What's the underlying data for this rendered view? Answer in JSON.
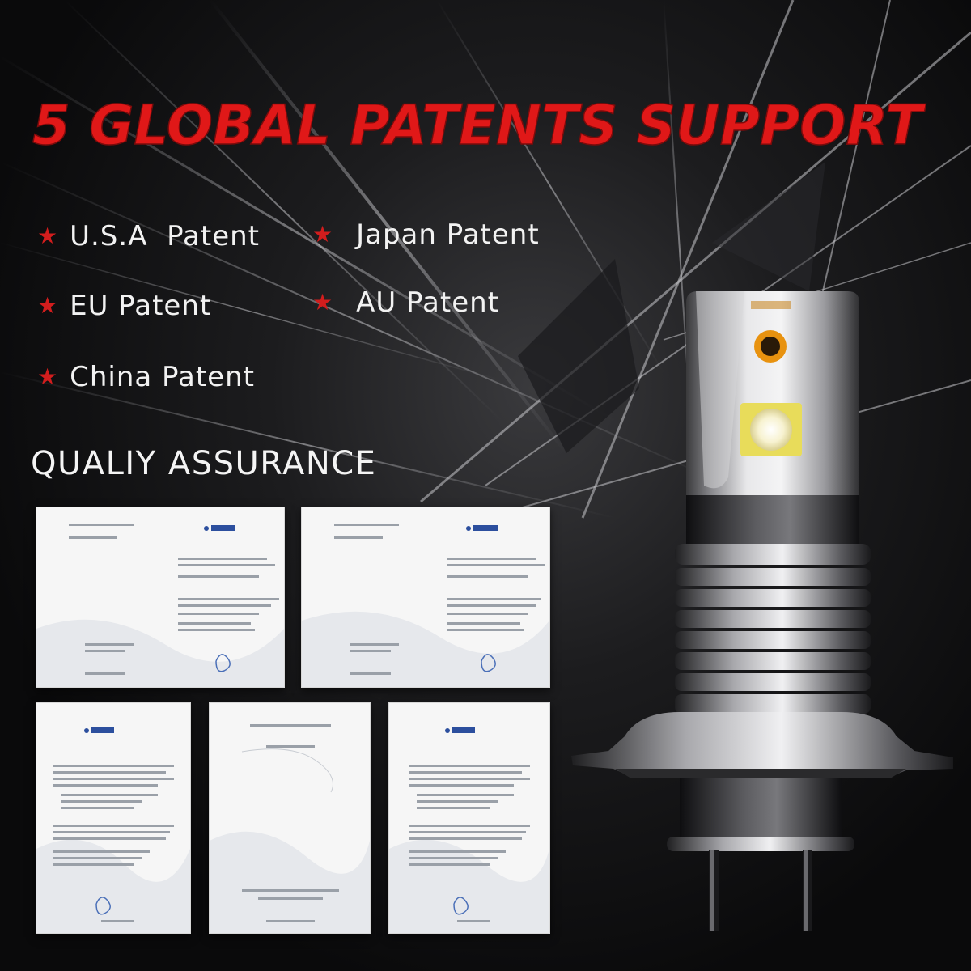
{
  "headline": "5 GLOBAL PATENTS SUPPORT",
  "patents": [
    {
      "label": "U.S.A  Patent"
    },
    {
      "label": "Japan Patent"
    },
    {
      "label": "EU Patent"
    },
    {
      "label": "AU Patent"
    },
    {
      "label": "China Patent"
    }
  ],
  "star_glyph": "★",
  "quality_heading": "QUALIY ASSURANCE",
  "certificates": [
    {
      "name": "certificate-1"
    },
    {
      "name": "certificate-2"
    },
    {
      "name": "certificate-3"
    },
    {
      "name": "certificate-4"
    },
    {
      "name": "certificate-5"
    }
  ],
  "colors": {
    "headline_red": "#e01818",
    "star_red": "#d21d1d",
    "text_white": "#f2f2f2",
    "background": "#0b0b0c"
  },
  "icons": [
    "star-icon",
    "led-bulb-image",
    "eu-logo-icon",
    "seal-icon"
  ]
}
